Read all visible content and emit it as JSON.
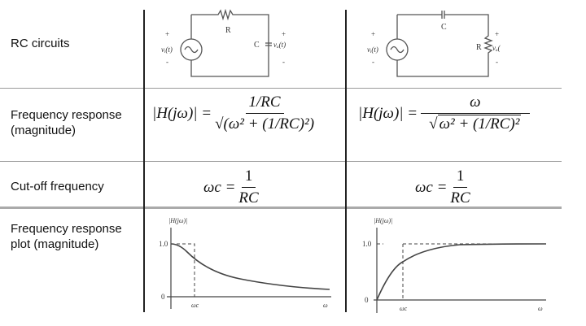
{
  "rows": [
    {
      "label": "RC circuits"
    },
    {
      "label": "Frequency response (magnitude)"
    },
    {
      "label": "Cut-off frequency"
    },
    {
      "label": "Frequency response plot (magnitude)"
    }
  ],
  "circuits": {
    "lowpass": {
      "r_label": "R",
      "c_label": "C",
      "vin": "vᵢ(t)",
      "vout": "vₒ(t)",
      "plus": "+",
      "minus": "-"
    },
    "highpass": {
      "r_label": "R",
      "c_label": "C",
      "vin": "vᵢ(t)",
      "vout": "vₒ(t)",
      "plus": "+",
      "minus": "-"
    }
  },
  "formulas": {
    "lhs": "|H(jω)| =",
    "lowpass_num": "1/RC",
    "highpass_num": "ω",
    "den": "√(ω² + (1/RC)²)",
    "den_a": "ω² + (",
    "den_b": "1/RC",
    "den_c": ")²",
    "cutoff_lhs": "ωc =",
    "cutoff_num": "1",
    "cutoff_den": "RC"
  },
  "plots": {
    "ylabel": "|H(jω)|",
    "y_one": "1.0",
    "y_zero": "0",
    "x_cut": "ωc",
    "x_label": "ω"
  }
}
